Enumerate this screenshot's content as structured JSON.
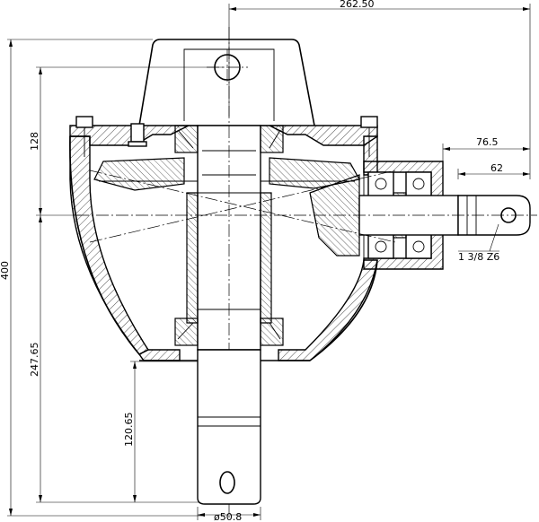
{
  "dimensions": {
    "overall_width": "262.50",
    "output_offset": "76.5",
    "shaft_length": "62",
    "input_height": "128",
    "overall_height": "400",
    "lower_height": "247.65",
    "shaft_extension": "120.65",
    "spline": "1 3/8 Z6",
    "shaft_diameter": "ø50.8"
  }
}
